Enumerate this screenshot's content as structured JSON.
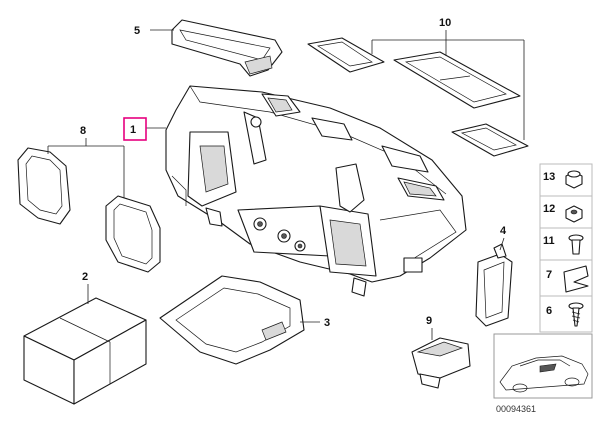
{
  "callouts": {
    "c1": "1",
    "c2": "2",
    "c3": "3",
    "c4": "4",
    "c5": "5",
    "c6": "6",
    "c7": "7",
    "c8": "8",
    "c9": "9",
    "c10": "10",
    "c11": "11",
    "c12": "12",
    "c13": "13"
  },
  "highlight_color": "#e6007e",
  "side_panel": [
    {
      "label": "13",
      "icon": "hex-cap-nut-icon"
    },
    {
      "label": "12",
      "icon": "hex-nut-icon"
    },
    {
      "label": "11",
      "icon": "expansion-rivet-icon"
    },
    {
      "label": "7",
      "icon": "spring-clip-icon"
    },
    {
      "label": "6",
      "icon": "self-tapping-screw-icon"
    }
  ],
  "reference_code": "00094361"
}
